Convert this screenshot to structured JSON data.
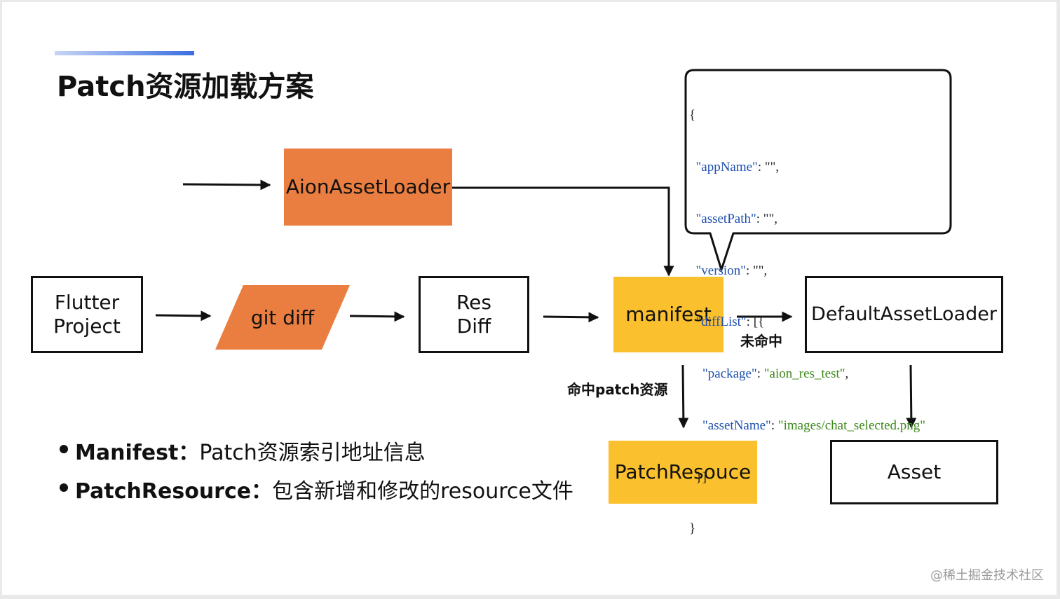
{
  "title": "Patch资源加载方案",
  "colors": {
    "orange": "#e97e40",
    "yellow": "#fbc02d",
    "accent": "#3a6de0"
  },
  "nodes": {
    "flutter_project": [
      "Flutter",
      "Project"
    ],
    "git_diff": "git diff",
    "res_diff": [
      "Res",
      "Diff"
    ],
    "manifest": "manifest",
    "aion_asset_loader": "AionAssetLoader",
    "default_asset_loader": "DefaultAssetLoader",
    "patch_resource": "PatchResouce",
    "asset": "Asset"
  },
  "edge_labels": {
    "miss": "未命中",
    "hit": "命中patch资源"
  },
  "manifest_json": [
    {
      "open": "{"
    },
    {
      "key": "\"appName\"",
      "sep": ": ",
      "value": "\"\"",
      "tail": ","
    },
    {
      "key": "\"assetPath\"",
      "sep": ": ",
      "value": "\"\"",
      "tail": ","
    },
    {
      "key": "\"version\"",
      "sep": ": ",
      "value": "\"\"",
      "tail": ","
    },
    {
      "key": "\"diffList\"",
      "sep": ": [{",
      "value": "",
      "tail": ""
    },
    {
      "key": "\"package\"",
      "sep": ": ",
      "value": "\"aion_res_test\"",
      "tail": ","
    },
    {
      "key": "\"assetName\"",
      "sep": ": ",
      "value": "\"images/chat_selected.png\"",
      "tail": ""
    },
    {
      "open": "}]"
    },
    {
      "open": "}"
    }
  ],
  "bullets": [
    {
      "term": "Manifest",
      "colon": "：",
      "desc": "Patch资源索引地址信息"
    },
    {
      "term": "PatchResource",
      "colon": "：",
      "desc": "包含新增和修改的resource文件"
    }
  ],
  "watermark": "@稀土掘金技术社区"
}
